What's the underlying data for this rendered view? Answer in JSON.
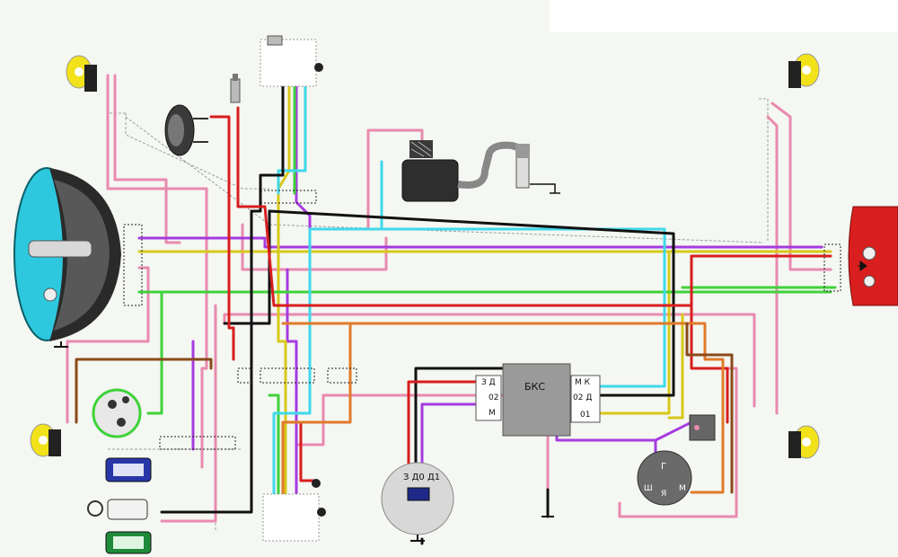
{
  "colors": {
    "background": "#f4f7f2",
    "red": "#d81e1e",
    "pink": "#e98ab0",
    "purple": "#a63be0",
    "yellow": "#d8c81a",
    "green": "#3fd23a",
    "cyan": "#40d8ea",
    "orange": "#e07a2a",
    "brown": "#8a4a1a",
    "black": "#111111",
    "headlight_lens": "#2ec8de",
    "indicator_yellow": "#f2e21a",
    "tail_red": "#d81e1e"
  },
  "components": {
    "headlight": {
      "icon": "headlight-icon"
    },
    "turn_signal_front_left": {
      "icon": "turn-signal-lamp-icon"
    },
    "turn_signal_rear_left": {
      "icon": "turn-signal-lamp-icon"
    },
    "turn_signal_front_right": {
      "icon": "turn-signal-lamp-icon"
    },
    "turn_signal_rear_right": {
      "icon": "turn-signal-lamp-icon"
    },
    "tail_light": {
      "icon": "tail-light-icon"
    },
    "horn": {
      "icon": "horn-icon"
    },
    "spark_plug_small": {
      "icon": "spark-plug-icon"
    },
    "ignition_coil": {
      "icon": "ignition-coil-icon"
    },
    "spark_plug": {
      "icon": "spark-plug-icon"
    },
    "ignition_switch": {
      "icon": "ignition-switch-icon"
    },
    "left_switch_block": {
      "icon": "handlebar-switch-icon"
    },
    "right_switch_block": {
      "icon": "handlebar-switch-icon"
    },
    "generator": {
      "terminals": [
        "Ш",
        "Я",
        "М"
      ],
      "label": "Г"
    },
    "bks": {
      "title": "БКС",
      "left_terminals": [
        "З Д",
        "02",
        "М"
      ],
      "right_terminals": [
        "М К",
        "02 Д",
        "01"
      ]
    },
    "stator": {
      "terminals": "З Д0 Д1"
    },
    "rectifier": {
      "icon": "rectifier-icon"
    },
    "battery": {
      "icon": "battery-icon"
    },
    "relay": {
      "icon": "relay-icon"
    },
    "indicator_blue": {
      "icon": "indicator-lamp-icon"
    },
    "indicator_green": {
      "icon": "indicator-lamp-icon"
    },
    "key": {
      "icon": "key-icon"
    }
  }
}
